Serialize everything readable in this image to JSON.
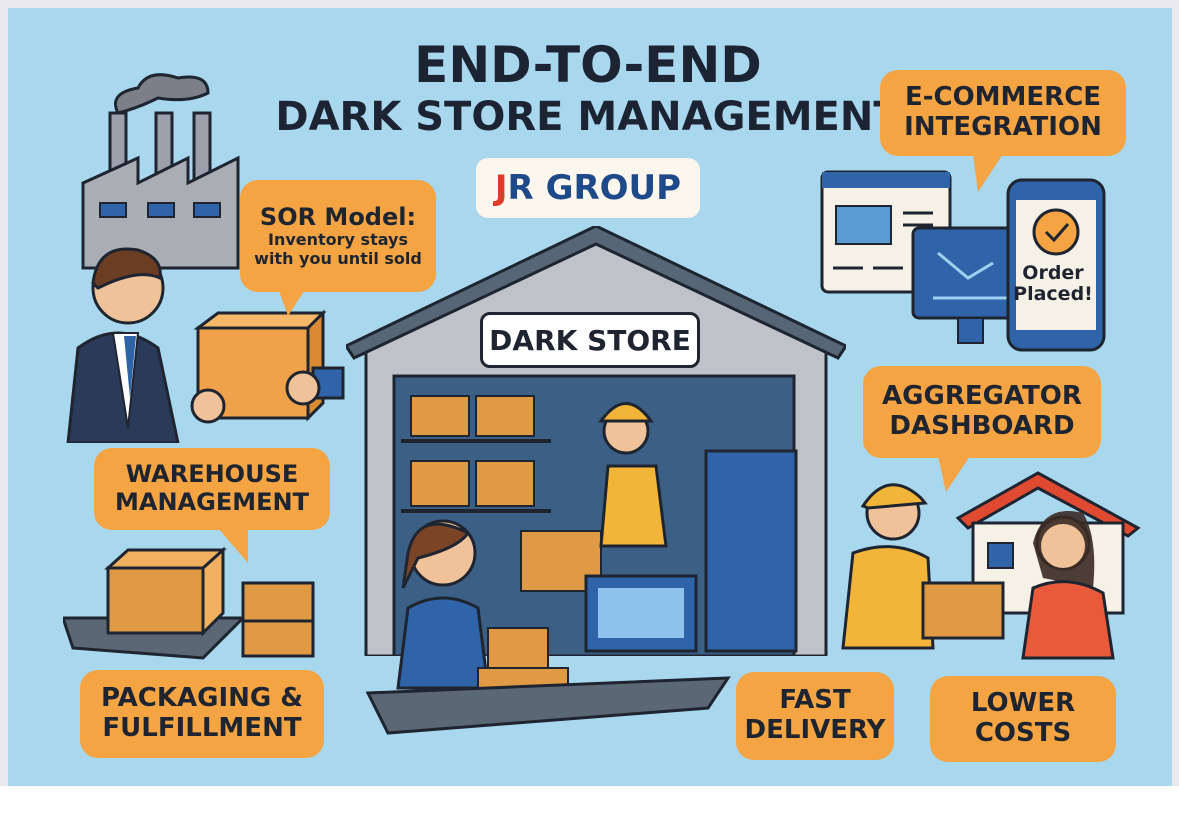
{
  "title": {
    "line1": "END-TO-END",
    "line2": "DARK STORE MANAGEMENT"
  },
  "logo": {
    "j": "J",
    "rest": "R GROUP"
  },
  "sor_bubble": {
    "heading": "SOR Model:",
    "line1": "Inventory stays",
    "line2": "with you until sold"
  },
  "ecommerce_bubble": {
    "line1": "E-COMMERCE",
    "line2": "INTEGRATION"
  },
  "phone": {
    "line1": "Order",
    "line2": "Placed!"
  },
  "dark_store_sign": "DARK STORE",
  "aggregator_bubble": {
    "line1": "AGGREGATOR",
    "line2": "DASHBOARD"
  },
  "warehouse_bubble": {
    "line1": "WAREHOUSE",
    "line2": "MANAGEMENT"
  },
  "packaging_bubble": {
    "line1": "PACKAGING &",
    "line2": "FULFILLMENT"
  },
  "delivery_bubble": {
    "line1": "FAST",
    "line2": "DELIVERY"
  },
  "costs_bubble": {
    "line1": "LOWER",
    "line2": "COSTS"
  },
  "colors": {
    "background": "#a8d7ee",
    "bubble": "#f4a443",
    "text": "#1e2530",
    "brand_blue": "#1f4a8a",
    "brand_red": "#e03a2a"
  }
}
